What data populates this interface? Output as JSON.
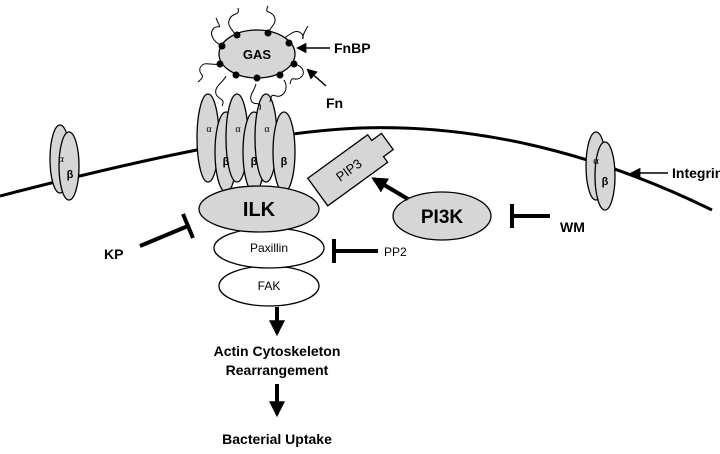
{
  "labels": {
    "gas": "GAS",
    "fnbp": "FnBP",
    "fn": "Fn",
    "integrin": "Integrin",
    "pip3": "PIP3",
    "ilk": "ILK",
    "pi3k": "PI3K",
    "wm": "WM",
    "kp": "KP",
    "paxillin": "Paxillin",
    "pp2": "PP2",
    "fak": "FAK",
    "outcome_line1": "Actin Cytoskeleton",
    "outcome_line2": "Rearrangement",
    "uptake": "Bacterial Uptake",
    "alpha": "α",
    "beta": "β"
  }
}
